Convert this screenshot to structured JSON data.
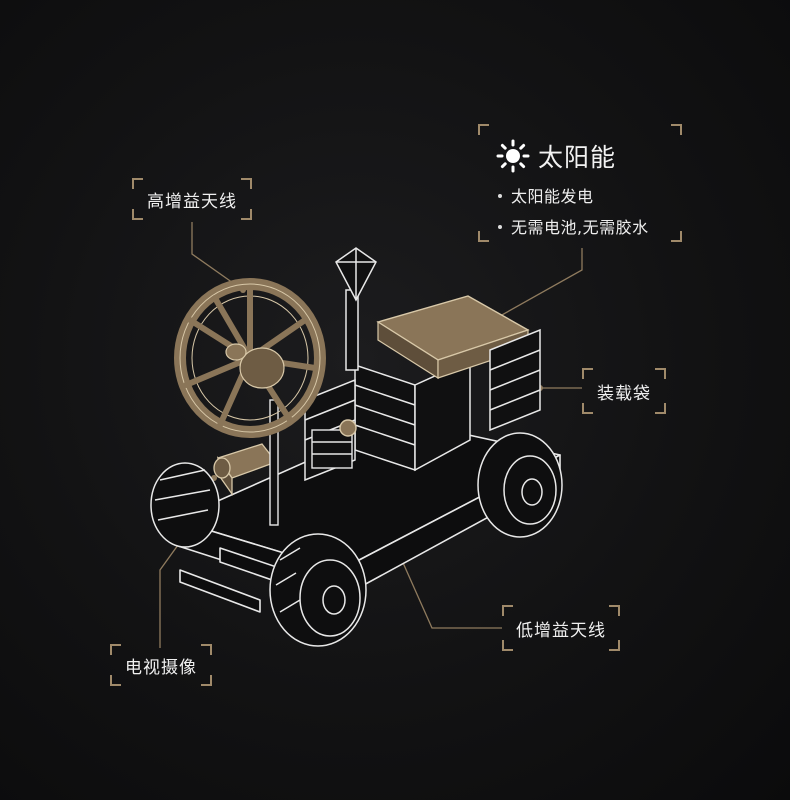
{
  "labels": {
    "high_gain_antenna": "高增益天线",
    "tv_camera": "电视摄像",
    "cargo_bag": "装载袋",
    "low_gain_antenna": "低增益天线"
  },
  "solar": {
    "title": "太阳能",
    "icon": "sun-icon",
    "bullets": [
      "太阳能发电",
      "无需电池,无需胶水"
    ]
  },
  "colors": {
    "background": "#121213",
    "accent": "#a08a6a",
    "wood": "#8a7558",
    "wire": "#e8e8e8"
  }
}
